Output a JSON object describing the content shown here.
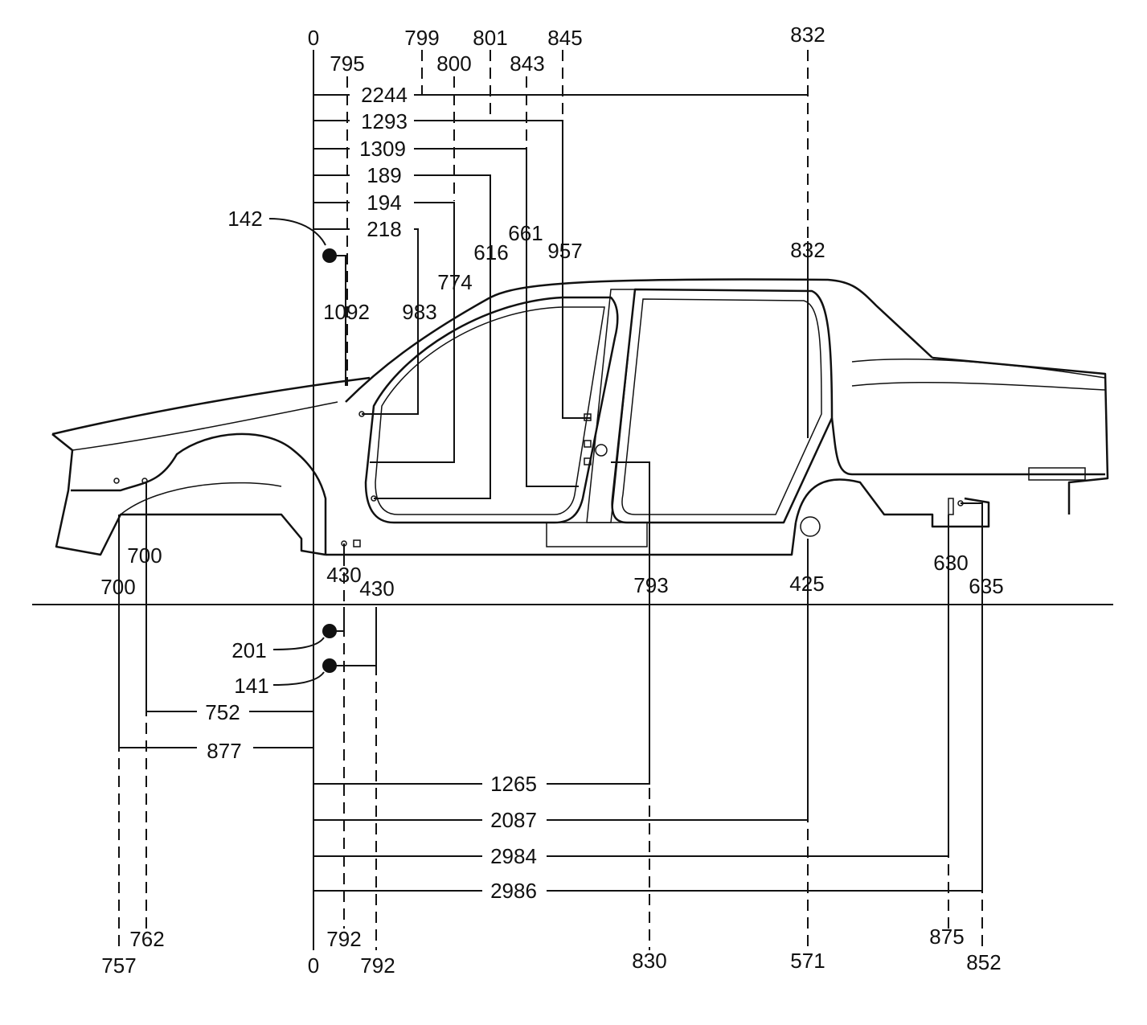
{
  "diagram": {
    "top_labels": [
      "0",
      "795",
      "799",
      "800",
      "801",
      "843",
      "845",
      "832"
    ],
    "horizontal_dims_top": [
      "2244",
      "1293",
      "1309",
      "189",
      "194",
      "218"
    ],
    "body_labels": [
      "142",
      "1092",
      "983",
      "774",
      "616",
      "661",
      "957",
      "832"
    ],
    "mid_labels": [
      "700",
      "700",
      "430",
      "430",
      "793",
      "425",
      "630",
      "635"
    ],
    "lower_labels": [
      "201",
      "141",
      "752",
      "877"
    ],
    "horizontal_dims_bottom": [
      "1265",
      "2087",
      "2984",
      "2986"
    ],
    "bottom_labels": [
      "757",
      "762",
      "0",
      "792",
      "792",
      "830",
      "571",
      "875",
      "852"
    ]
  }
}
